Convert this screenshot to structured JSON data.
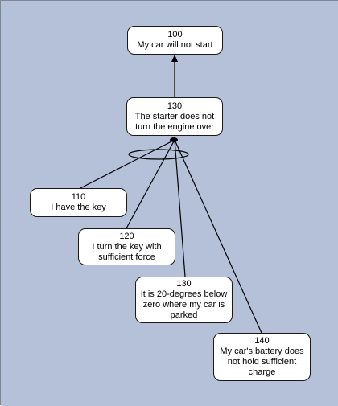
{
  "colors": {
    "background": "#b4c1d9",
    "node_fill": "#ffffff",
    "node_border": "#1a1a1a",
    "edge": "#000000"
  },
  "nodes": {
    "n100": {
      "id": "100",
      "text": "My car will not start"
    },
    "n130a": {
      "id": "130",
      "text": "The starter does not turn the engine over"
    },
    "n110": {
      "id": "110",
      "text": "I have the key"
    },
    "n120": {
      "id": "120",
      "text": "I turn the key with sufficient force"
    },
    "n130b": {
      "id": "130",
      "text": "It is 20-degrees below zero where my car is parked"
    },
    "n140": {
      "id": "140",
      "text": "My car's battery does not hold sufficient charge"
    }
  },
  "edges": [
    {
      "from": "130",
      "to": "100",
      "type": "arrow"
    },
    {
      "from": "110",
      "to": "130",
      "type": "and-link"
    },
    {
      "from": "120",
      "to": "130",
      "type": "and-link"
    },
    {
      "from": "130",
      "to": "130",
      "type": "and-link"
    },
    {
      "from": "140",
      "to": "130",
      "type": "and-link"
    }
  ]
}
